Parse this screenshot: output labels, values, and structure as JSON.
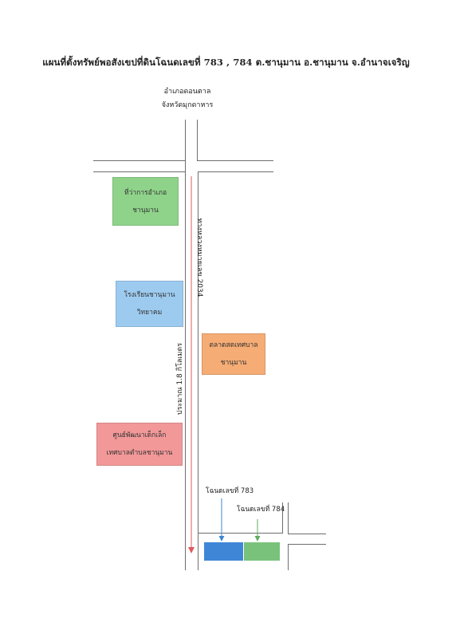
{
  "title": "แผนที่ตั้งทรัพย์พอสังเขปที่ดินโฉนดเลขที่ 783 , 784 ต.ชานุมาน อ.ชานุมาน จ.อำนาจเจริญ",
  "destination": {
    "line1": "อำเภอดอนตาล",
    "line2": "จังหวัดมุกดาหาร"
  },
  "road_name": "ทางหลวงหมายเลข 2034",
  "distance": "ประมาณ 1.8 กิโลเมตร",
  "landmarks": [
    {
      "line1": "ที่ว่าการอำเภอ",
      "line2": "ชานุมาน",
      "color": "#8fd38a"
    },
    {
      "line1": "โรงเรียนชานุมาน",
      "line2": "วิทยาคม",
      "color": "#9dcbf0"
    },
    {
      "line1": "ตลาดสดเทศบาล",
      "line2": "ชานุมาน",
      "color": "#f5ac75"
    },
    {
      "line1": "ศูนย์พัฒนาเด็กเล็ก",
      "line2": "เทศบาลตำบลชานุมาน",
      "color": "#f29898"
    }
  ],
  "plots": [
    {
      "label": "โฉนดเลขที่ 783",
      "color": "#3f86d6"
    },
    {
      "label": "โฉนดเลขที่ 784",
      "color": "#79c27b"
    }
  ],
  "colors": {
    "route_arrow": "#e05a5a",
    "plot_783_arrow": "#3f86d6",
    "plot_784_arrow": "#5fae5f",
    "road_line": "#6e6e6e"
  }
}
